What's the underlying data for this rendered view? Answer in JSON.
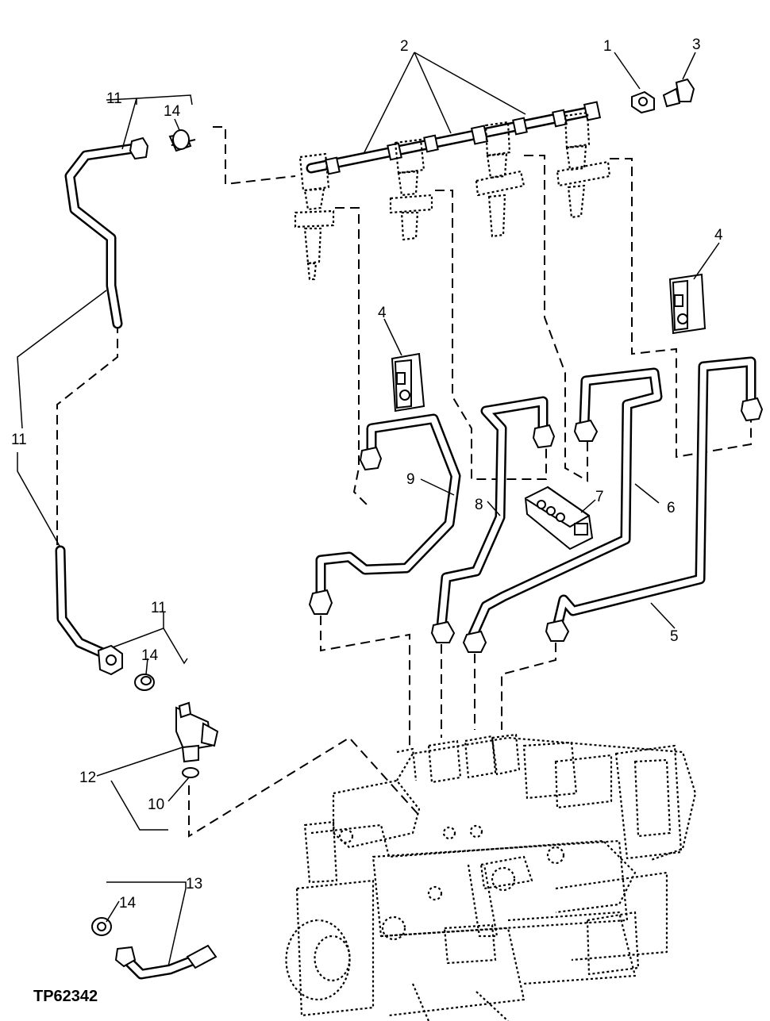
{
  "figure_id": "TP62342",
  "callouts": {
    "c1": "1",
    "c2": "2",
    "c3": "3",
    "c4a": "4",
    "c4b": "4",
    "c5": "5",
    "c6": "6",
    "c7": "7",
    "c8": "8",
    "c9": "9",
    "c10": "10",
    "c11a": "11",
    "c11b": "11",
    "c11c": "11",
    "c12": "12",
    "c13": "13",
    "c14a": "14",
    "c14b": "14",
    "c14c": "14"
  }
}
